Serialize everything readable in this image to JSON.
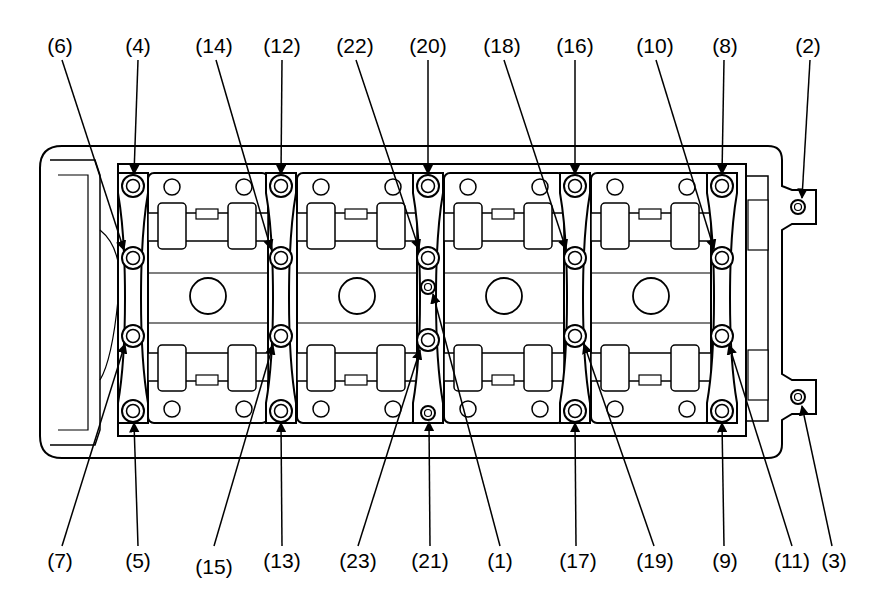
{
  "diagram": {
    "labels": [
      "(6)",
      "(4)",
      "(14)",
      "(12)",
      "(22)",
      "(20)",
      "(18)",
      "(16)",
      "(10)",
      "(8)",
      "(2)",
      "(7)",
      "(5)",
      "(15)",
      "(13)",
      "(23)",
      "(21)",
      "(1)",
      "(17)",
      "(19)",
      "(9)",
      "(11)",
      "(3)"
    ]
  }
}
